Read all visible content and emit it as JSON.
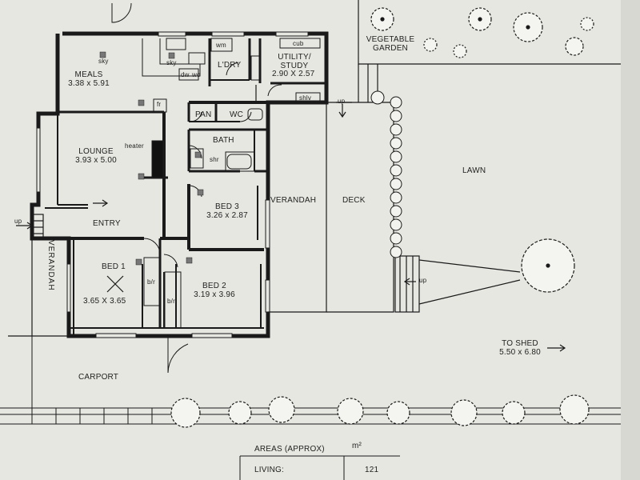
{
  "rooms": {
    "meals": {
      "name": "MEALS",
      "dims": "3.38 x 5.91"
    },
    "lounge": {
      "name": "LOUNGE",
      "dims": "3.93 x 5.00"
    },
    "laundry": {
      "name": "L'DRY"
    },
    "utility": {
      "name": "UTILITY/",
      "name2": "STUDY",
      "dims": "2.90 x 2.57"
    },
    "pan": {
      "name": "PAN"
    },
    "wc": {
      "name": "WC"
    },
    "bath": {
      "name": "BATH"
    },
    "bed3": {
      "name": "BED 3",
      "dims": "3.26 x 2.87"
    },
    "bed1": {
      "name": "BED 1",
      "dims": "3.65 x 3.65"
    },
    "bed2": {
      "name": "BED 2",
      "dims": "3.19 x 3.96"
    },
    "entry": {
      "name": "ENTRY"
    }
  },
  "fixtures": {
    "sky1": "sky",
    "sky2": "sky",
    "dw": "dw",
    "wo": "wo",
    "wm": "wm",
    "fr": "fr",
    "heater": "heater",
    "cub": "cub",
    "shlv": "shlv",
    "shr": "shr",
    "bir1": "b/r",
    "bir2": "b/r"
  },
  "outdoor": {
    "verandah_east": "VERANDAH",
    "verandah_west": "VERANDAH",
    "deck": "DECK",
    "lawn": "LAWN",
    "carport": "CARPORT",
    "vegetable_garden": "VEGETABLE",
    "vegetable_garden2": "GARDEN",
    "to_shed": "TO SHED",
    "shed_dims": "5.50 x 6.80",
    "up1": "up",
    "up2": "up",
    "up3": "up"
  },
  "areas": {
    "title": "AREAS (approx)",
    "unit": "m²",
    "rows": [
      {
        "label": "LIVING:",
        "value": "121"
      }
    ]
  }
}
